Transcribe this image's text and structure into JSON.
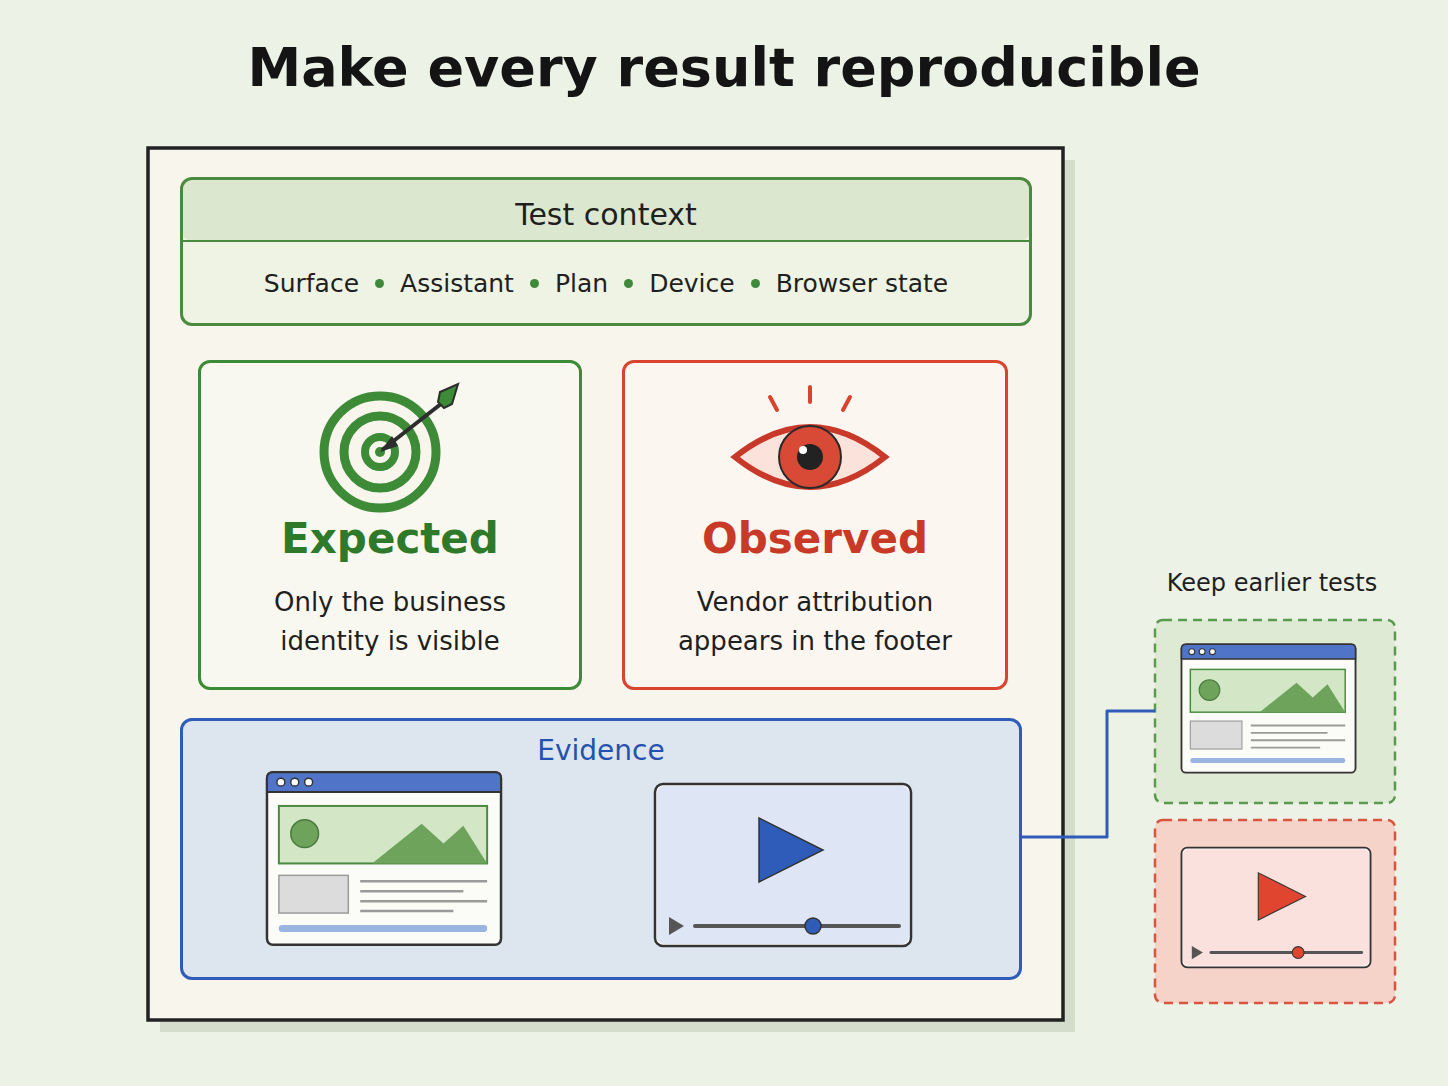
{
  "diagram": {
    "title": "Make every result reproducible",
    "nodes": [
      {
        "text": [
          "Test context",
          "Surface",
          "Assistant",
          "Plan",
          "Device",
          "Browser state"
        ]
      },
      {
        "text": [
          "Expected",
          "Only the business identity is visible"
        ]
      },
      {
        "text": [
          "Observed",
          "Vendor attribution appears in the footer"
        ]
      },
      {
        "text": [
          "Evidence"
        ]
      },
      {
        "text": [
          "Keep earlier tests"
        ]
      }
    ],
    "edges": [
      {
        "from": 3,
        "to": 4,
        "arrow": "none"
      }
    ]
  }
}
